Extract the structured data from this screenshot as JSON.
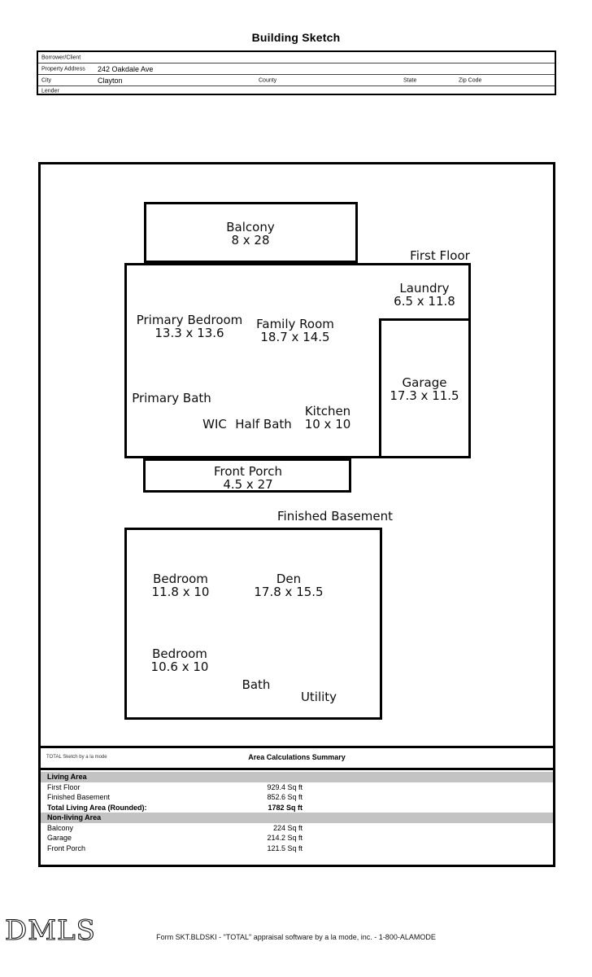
{
  "title": "Building Sketch",
  "form": {
    "borrower_label": "Borrower/Client",
    "property_address_label": "Property Address",
    "property_address_value": "242 Oakdale Ave",
    "city_label": "City",
    "city_value": "Clayton",
    "county_label": "County",
    "state_label": "State",
    "zip_label": "Zip Code",
    "lender_label": "Lender"
  },
  "sketch": {
    "first_floor": {
      "title": "First Floor",
      "rooms": {
        "balcony": {
          "name": "Balcony",
          "dims": "8 x 28"
        },
        "laundry": {
          "name": "Laundry",
          "dims": "6.5 x 11.8"
        },
        "primary_bedroom": {
          "name": "Primary Bedroom",
          "dims": "13.3 x 13.6"
        },
        "family_room": {
          "name": "Family Room",
          "dims": "18.7 x 14.5"
        },
        "garage": {
          "name": "Garage",
          "dims": "17.3 x 11.5"
        },
        "primary_bath": {
          "name": "Primary Bath"
        },
        "wic": {
          "name": "WIC"
        },
        "half_bath": {
          "name": "Half Bath"
        },
        "kitchen": {
          "name": "Kitchen",
          "dims": "10 x 10"
        },
        "front_porch": {
          "name": "Front Porch",
          "dims": "4.5 x 27"
        }
      }
    },
    "basement": {
      "title": "Finished Basement",
      "rooms": {
        "bedroom1": {
          "name": "Bedroom",
          "dims": "11.8 x 10"
        },
        "den": {
          "name": "Den",
          "dims": "17.8 x 15.5"
        },
        "bedroom2": {
          "name": "Bedroom",
          "dims": "10.6 x 10"
        },
        "bath": {
          "name": "Bath"
        },
        "utility": {
          "name": "Utility"
        }
      }
    }
  },
  "summary": {
    "watermark": "TOTAL Sketch by a la mode",
    "title": "Area Calculations Summary",
    "rows": [
      {
        "label": "Living Area",
        "value": ""
      },
      {
        "label": "First Floor",
        "value": "929.4 Sq ft"
      },
      {
        "label": "Finished Basement",
        "value": "852.6 Sq ft"
      },
      {
        "label": "Total Living Area (Rounded):",
        "value": "1782 Sq ft"
      },
      {
        "label": "Non-living Area",
        "value": ""
      },
      {
        "label": "Balcony",
        "value": "224 Sq ft"
      },
      {
        "label": "Garage",
        "value": "214.2 Sq ft"
      },
      {
        "label": "Front Porch",
        "value": "121.5 Sq ft"
      }
    ]
  },
  "footer": {
    "logo": "DMLS",
    "form_line": "Form SKT.BLDSKI - \"TOTAL\" appraisal software by a la mode, inc. - 1-800-ALAMODE"
  },
  "colors": {
    "section_bar": "#c3c3c3",
    "line": "#000000"
  }
}
